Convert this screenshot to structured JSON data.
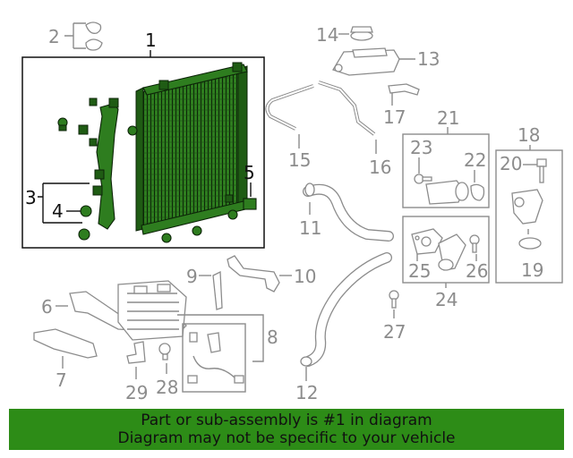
{
  "callouts": {
    "c1": "1",
    "c2": "2",
    "c3": "3",
    "c4": "4",
    "c5": "5",
    "c6": "6",
    "c7": "7",
    "c8": "8",
    "c9": "9",
    "c10": "10",
    "c11": "11",
    "c12": "12",
    "c13": "13",
    "c14": "14",
    "c15": "15",
    "c16": "16",
    "c17": "17",
    "c18": "18",
    "c19": "19",
    "c20": "20",
    "c21": "21",
    "c22": "22",
    "c23": "23",
    "c24": "24",
    "c25": "25",
    "c26": "26",
    "c27": "27",
    "c28": "28",
    "c29": "29"
  },
  "banner": {
    "line1": "Part or sub-assembly is #1 in diagram",
    "line2": "Diagram may not be specific to your vehicle"
  },
  "colors": {
    "highlight": "#2e7d1f",
    "banner": "#2d8c17",
    "callout_gray": "#8c8c8c",
    "callout_dark": "#111111"
  }
}
